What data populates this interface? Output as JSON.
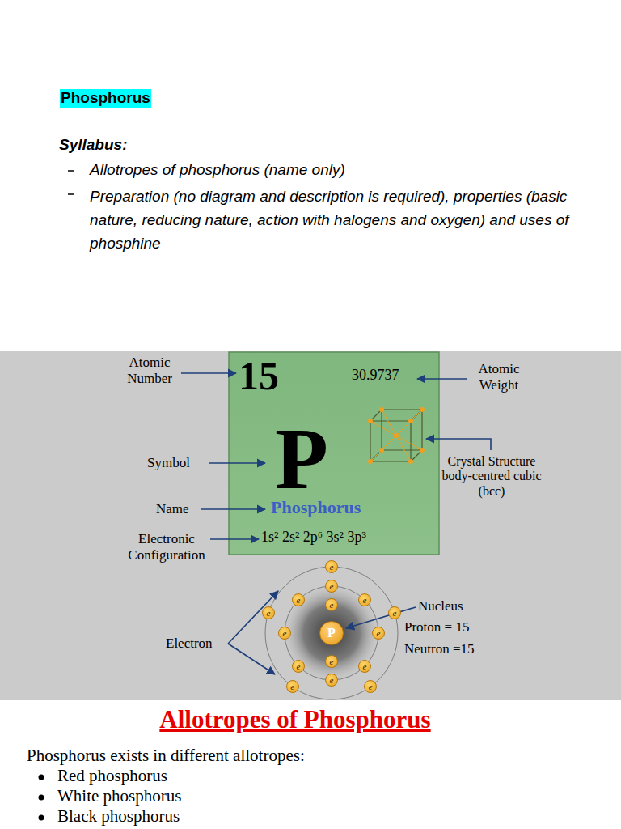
{
  "diagram": {
    "title": "Phosphorus",
    "nodes": [
      {
        "text": [
          "15",
          "30.9737",
          "P",
          "Phosphorus",
          "1s² 2s² 2p⁶ 3s² 3p³"
        ]
      },
      {
        "text": [
          "P"
        ]
      },
      {
        "text": [
          "e"
        ]
      },
      {
        "text": [
          "e"
        ]
      },
      {
        "text": [
          "e"
        ]
      },
      {
        "text": [
          "e"
        ]
      },
      {
        "text": [
          "e"
        ]
      },
      {
        "text": [
          "e"
        ]
      },
      {
        "text": [
          "e"
        ]
      },
      {
        "text": [
          "e"
        ]
      },
      {
        "text": [
          "e"
        ]
      },
      {
        "text": [
          "e"
        ]
      },
      {
        "text": [
          "e"
        ]
      },
      {
        "text": [
          "e"
        ]
      },
      {
        "text": [
          "e"
        ]
      },
      {
        "text": [
          "e"
        ]
      },
      {
        "text": [
          "e"
        ]
      }
    ],
    "labels": [
      "Syllabus:",
      "Allotropes of phosphorus (name only)",
      "Preparation (no diagram and description is required), properties (basic nature, reducing nature, action with halogens and oxygen) and uses of phosphine",
      "Atomic Number",
      "Atomic Weight",
      "Symbol",
      "Name",
      "Electronic Configuration",
      "Crystal Structure body-centred cubic (bcc)",
      "Electron",
      "Nucleus",
      "Proton = 15",
      "Neutron =15",
      "Allotropes of Phosphorus",
      "Phosphorus exists in different allotropes:",
      "Red phosphorus",
      "White phosphorus",
      "Black phosphorus"
    ]
  }
}
